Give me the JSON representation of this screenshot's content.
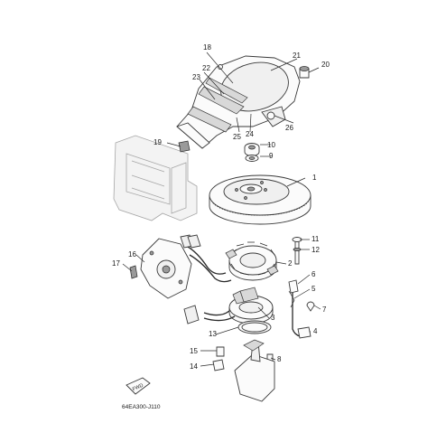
{
  "callouts": {
    "c1": "1",
    "c2": "2",
    "c3": "3",
    "c4": "4",
    "c5": "5",
    "c6": "6",
    "c7": "7",
    "c8": "8",
    "c9": "9",
    "c10": "10",
    "c11": "11",
    "c12": "12",
    "c13": "13",
    "c14": "14",
    "c15": "15",
    "c16": "16",
    "c17": "17",
    "c18": "18",
    "c19": "19",
    "c20": "20",
    "c21": "21",
    "c22": "22",
    "c23": "23",
    "c24": "24",
    "c25": "25",
    "c26": "26"
  },
  "fwd_label": "FWD",
  "diagram_code": "64EA300-J110"
}
